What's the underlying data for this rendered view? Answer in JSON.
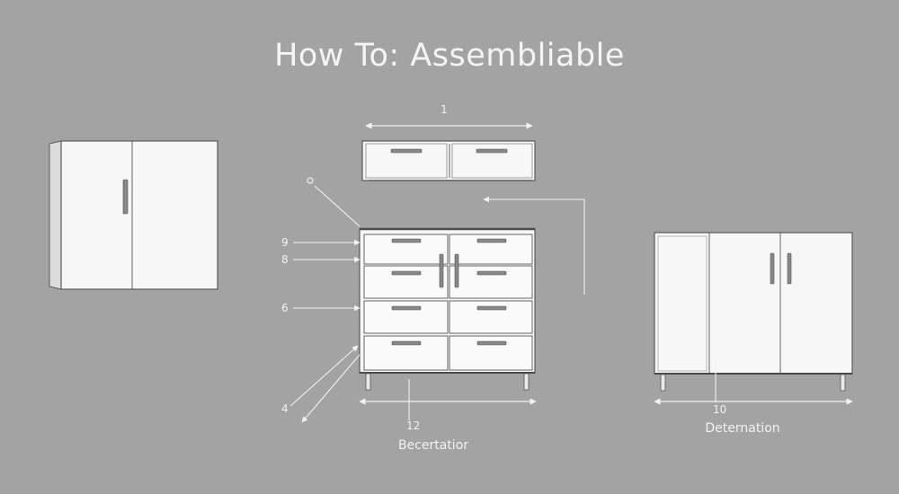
{
  "title": "How To:  Assembliable",
  "labels": {
    "top_dimension": "1",
    "circle_marker": "o",
    "callout_a": "9",
    "callout_b": "8",
    "callout_c": "6",
    "callout_d": "4",
    "bottom_number_center": "12",
    "caption_center": "Becertatior",
    "bottom_number_right": "10",
    "caption_right": "Deternation"
  },
  "colors": {
    "background": "#a3a3a3",
    "line": "#f2f2f2",
    "furniture": "#f7f7f7",
    "outline": "#5a5a5a"
  }
}
